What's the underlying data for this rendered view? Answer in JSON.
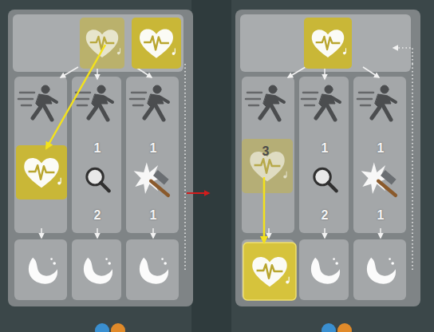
{
  "diagram": {
    "labels": [
      "1",
      "1",
      "2",
      "1",
      "3",
      "1",
      "1",
      "2",
      "1"
    ]
  }
}
